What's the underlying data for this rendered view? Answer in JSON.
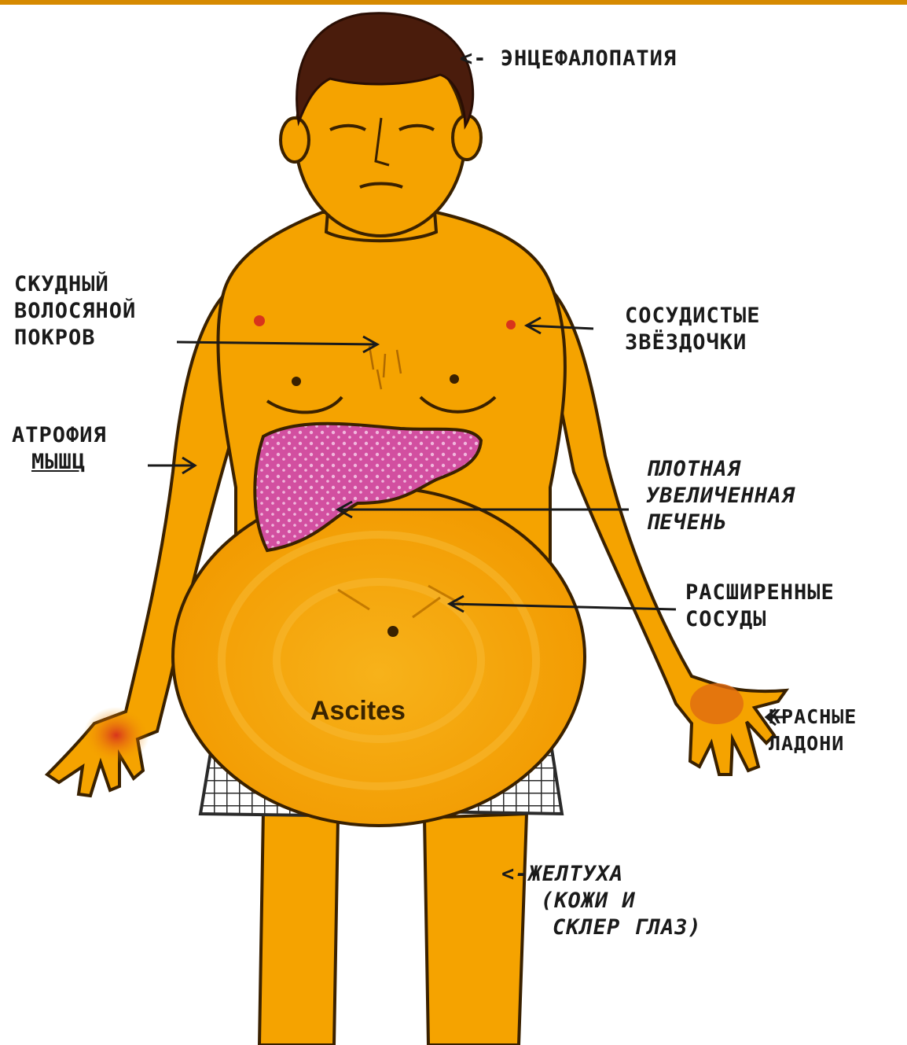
{
  "colors": {
    "skin": "#f5a300",
    "skin_outline": "#3a2100",
    "hair": "#4a1c0c",
    "liver": "#d24fa0",
    "liver_dots": "#f0b6dc",
    "palm_red": "#d8341c",
    "arrow": "#1a1a1a",
    "top_bar": "#d68a00"
  },
  "labels": {
    "encephalopathy": "<- ЭНЦЕФАЛОПАТИЯ",
    "scant_hair": [
      "СКУДНЫЙ",
      "ВОЛОСЯНОЙ",
      "ПОКРОВ"
    ],
    "spider_veins": [
      "СОСУДИСТЫЕ",
      "ЗВЁЗДОЧКИ"
    ],
    "muscle_atrophy": [
      "АТРОФИЯ",
      "МЫШЦ"
    ],
    "enlarged_liver": [
      "ПЛОТНАЯ",
      "УВЕЛИЧЕННАЯ",
      "ПЕЧЕНЬ"
    ],
    "dilated_vessels": [
      "РАСШИРЕННЫЕ",
      "СОСУДЫ"
    ],
    "red_palms": [
      "КРАСНЫЕ",
      "ЛАДОНИ"
    ],
    "jaundice": [
      "<-ЖЕЛТУХА",
      "(КОЖИ И",
      "СКЛЕР ГЛАЗ)"
    ],
    "ascites": "Ascites"
  },
  "icons": {
    "figure": "human-figure-icon",
    "liver": "liver-icon"
  }
}
